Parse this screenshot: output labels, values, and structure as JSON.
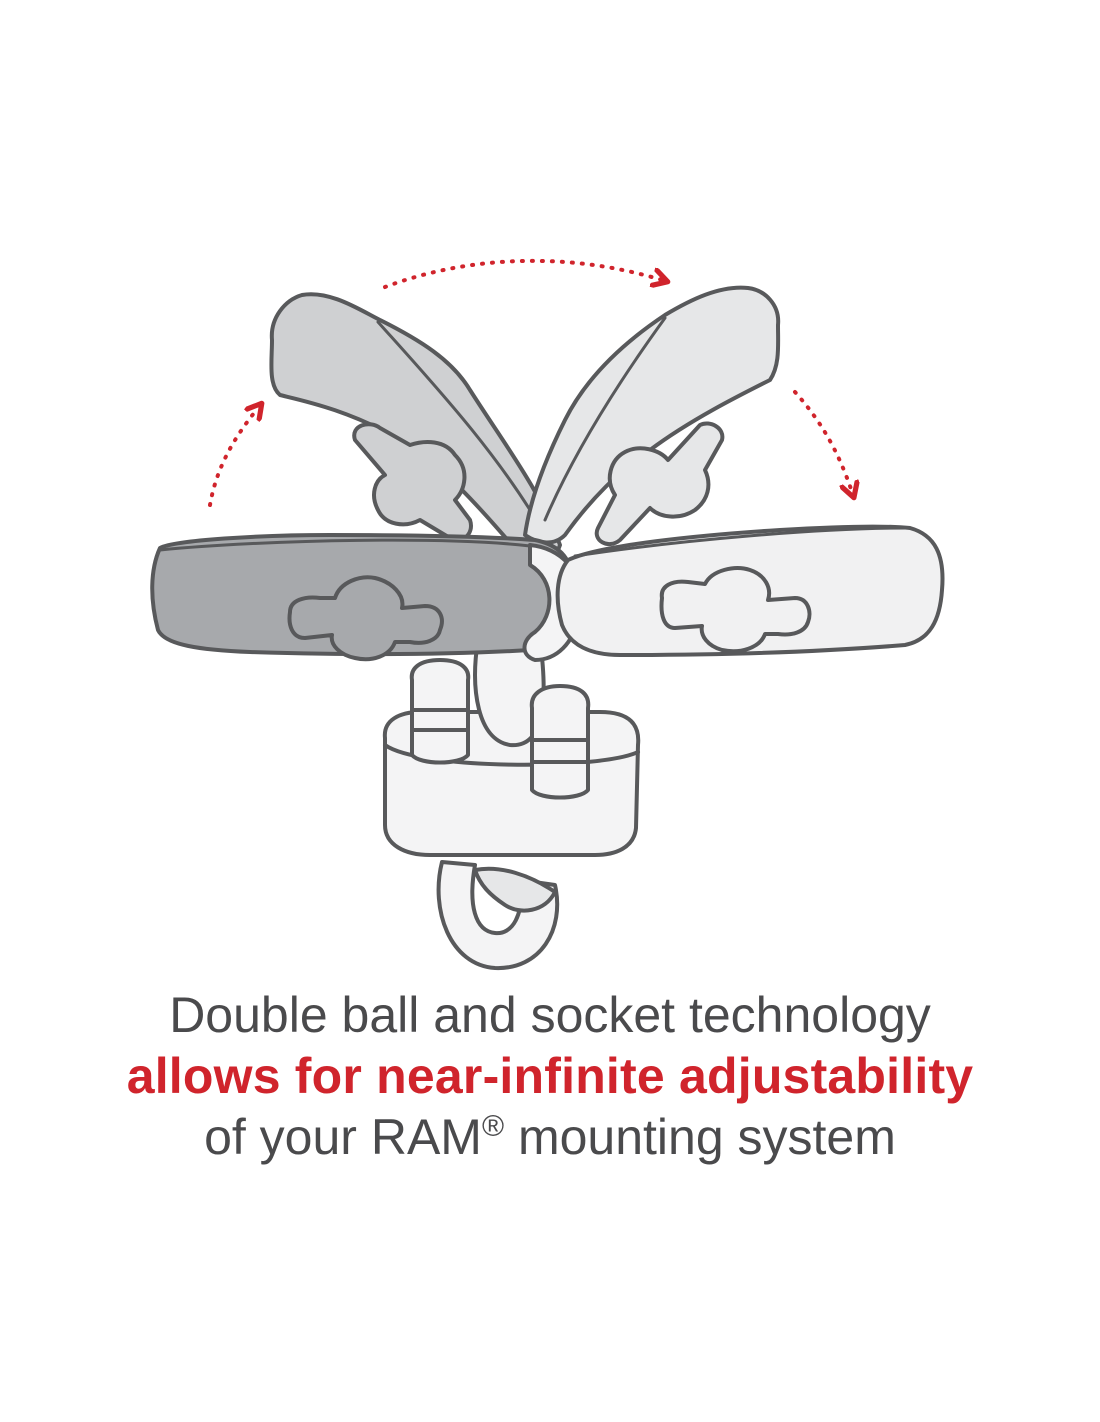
{
  "caption": {
    "line1": "Double ball and socket technology",
    "line2": "allows for near-infinite adjustability",
    "line3_pre": "of your RAM",
    "line3_mark": "®",
    "line3_post": " mounting system"
  },
  "colors": {
    "accent": "#d0242c",
    "text": "#4a4a4c",
    "outline": "#58595b",
    "arm_dark": "#a7a9ac",
    "arm_mid": "#cfd0d2",
    "arm_light": "#f1f1f2",
    "mount": "#f4f4f5"
  }
}
